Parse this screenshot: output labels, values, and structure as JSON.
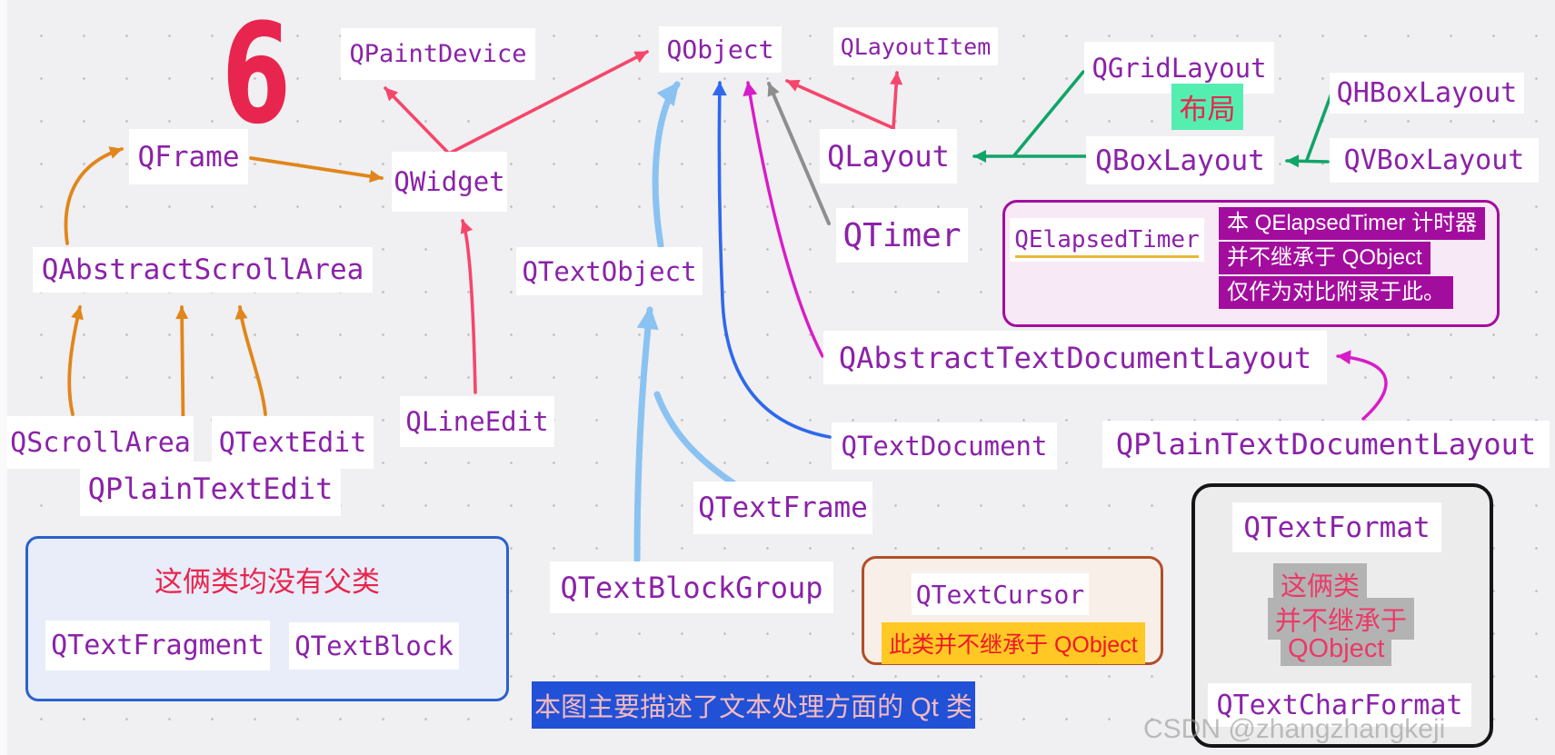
{
  "page_number": "6",
  "classes": {
    "qpaintdevice": "QPaintDevice",
    "qobject": "QObject",
    "qlayoutitem": "QLayoutItem",
    "qgridlayout": "QGridLayout",
    "qhboxlayout": "QHBoxLayout",
    "qframe": "QFrame",
    "qwidget": "QWidget",
    "qlayout": "QLayout",
    "qboxlayout": "QBoxLayout",
    "qvboxlayout": "QVBoxLayout",
    "qtimer": "QTimer",
    "qabstractscrollarea": "QAbstractScrollArea",
    "qtextobject": "QTextObject",
    "qabstracttextdocumentlayout": "QAbstractTextDocumentLayout",
    "qscrollarea": "QScrollArea",
    "qtextedit": "QTextEdit",
    "qlineedit": "QLineEdit",
    "qtextdocument": "QTextDocument",
    "qplaintextdocumentlayout": "QPlainTextDocumentLayout",
    "qplaintextedit": "QPlainTextEdit",
    "qtextframe": "QTextFrame",
    "qtextblockgroup": "QTextBlockGroup"
  },
  "layout_badge": "布局",
  "elapsed_panel": {
    "label": "QElapsedTimer",
    "lines": [
      "本 QElapsedTimer 计时器",
      "并不继承于 QObject",
      "仅作为对比附录于此。"
    ]
  },
  "no_parent_panel": {
    "title": "这俩类均没有父类",
    "items": [
      "QTextFragment",
      "QTextBlock"
    ]
  },
  "cursor_panel": {
    "label": "QTextCursor",
    "note": "此类并不继承于 QObject"
  },
  "format_panel": {
    "top_class": "QTextFormat",
    "note_lines": [
      "这俩类",
      "并不继承于",
      "QObject"
    ],
    "bottom_class": "QTextCharFormat"
  },
  "banner": "本图主要描述了文本处理方面的 Qt 类",
  "watermark": "CSDN @zhangzhangkeji",
  "colors": {
    "red": "#f5466c",
    "orange": "#e0861a",
    "sky": "#8ac2f2",
    "blue": "#2e68ec",
    "magenta": "#d81cc8",
    "gray_arrow": "#8e8e8e",
    "green": "#10a468",
    "purple_text": "#8b22a8",
    "crimson": "#e8254e",
    "mint": "#55eeb1",
    "purple_block": "#a30d9e",
    "gold": "#ffc824",
    "gold_underline": "#e9b83a",
    "banner_blue": "#2151d6"
  }
}
